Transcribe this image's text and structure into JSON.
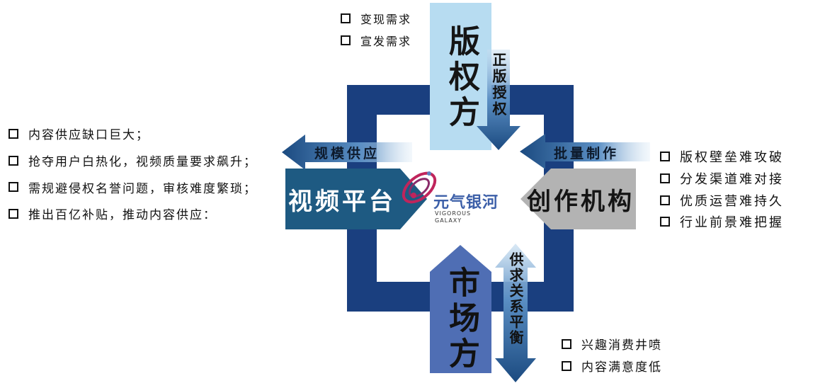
{
  "roles": {
    "copyright_holder": "版权方",
    "video_platform": "视频平台",
    "production_agency": "创作机构",
    "market": "市场方"
  },
  "flows": {
    "licensed_authorization": "正版授权",
    "scale_supply": "规模供应",
    "batch_production": "批量制作",
    "supply_demand_balance": "供求关系平衡"
  },
  "logo": {
    "name": "元气银河",
    "english_line1": "VIGOROUS",
    "english_line2": "GALAXY"
  },
  "copyright_needs": [
    "变现需求",
    "宣发需求"
  ],
  "platform_needs": [
    "内容供应缺口巨大；",
    "抢夺用户白热化，视频质量要求飙升；",
    "需规避侵权名誉问题，审核难度繁琐；",
    "推出百亿补贴，推动内容供应："
  ],
  "agency_needs": [
    "版权壁垒难攻破",
    "分发渠道难对接",
    "优质运营难持久",
    "行业前景难把握"
  ],
  "market_needs": [
    "兴趣消费井喷",
    "内容满意度低"
  ],
  "colors": {
    "frame": "#1a3f7f",
    "platform_box": "#1e5a82",
    "agency_box": "#b3b3b3",
    "copyright_box": "#b7dcf1",
    "market_box": "#4f6eb4",
    "arrow": "#1f4f86"
  }
}
